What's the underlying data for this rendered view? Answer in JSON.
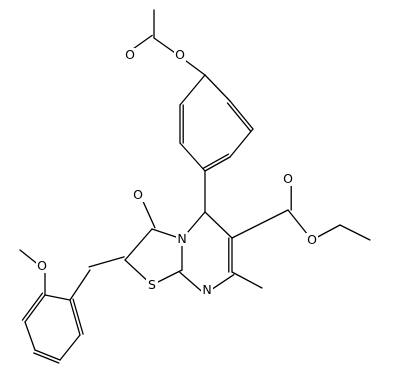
{
  "colors": {
    "background": "#ffffff",
    "bond": "#000000",
    "label": "#000000"
  },
  "atoms": [
    {
      "key": "o_carbonyl_acetyl",
      "label": "O"
    },
    {
      "key": "o_ester_acetyl",
      "label": "O"
    },
    {
      "key": "o_carbonyl_ester",
      "label": "O"
    },
    {
      "key": "o_ester_ethyl",
      "label": "O"
    },
    {
      "key": "o_methoxy",
      "label": "O"
    },
    {
      "key": "o_ketone",
      "label": "O"
    },
    {
      "key": "n_ring",
      "label": "N"
    },
    {
      "key": "n_imine",
      "label": "N"
    },
    {
      "key": "s_ring",
      "label": "S"
    }
  ]
}
